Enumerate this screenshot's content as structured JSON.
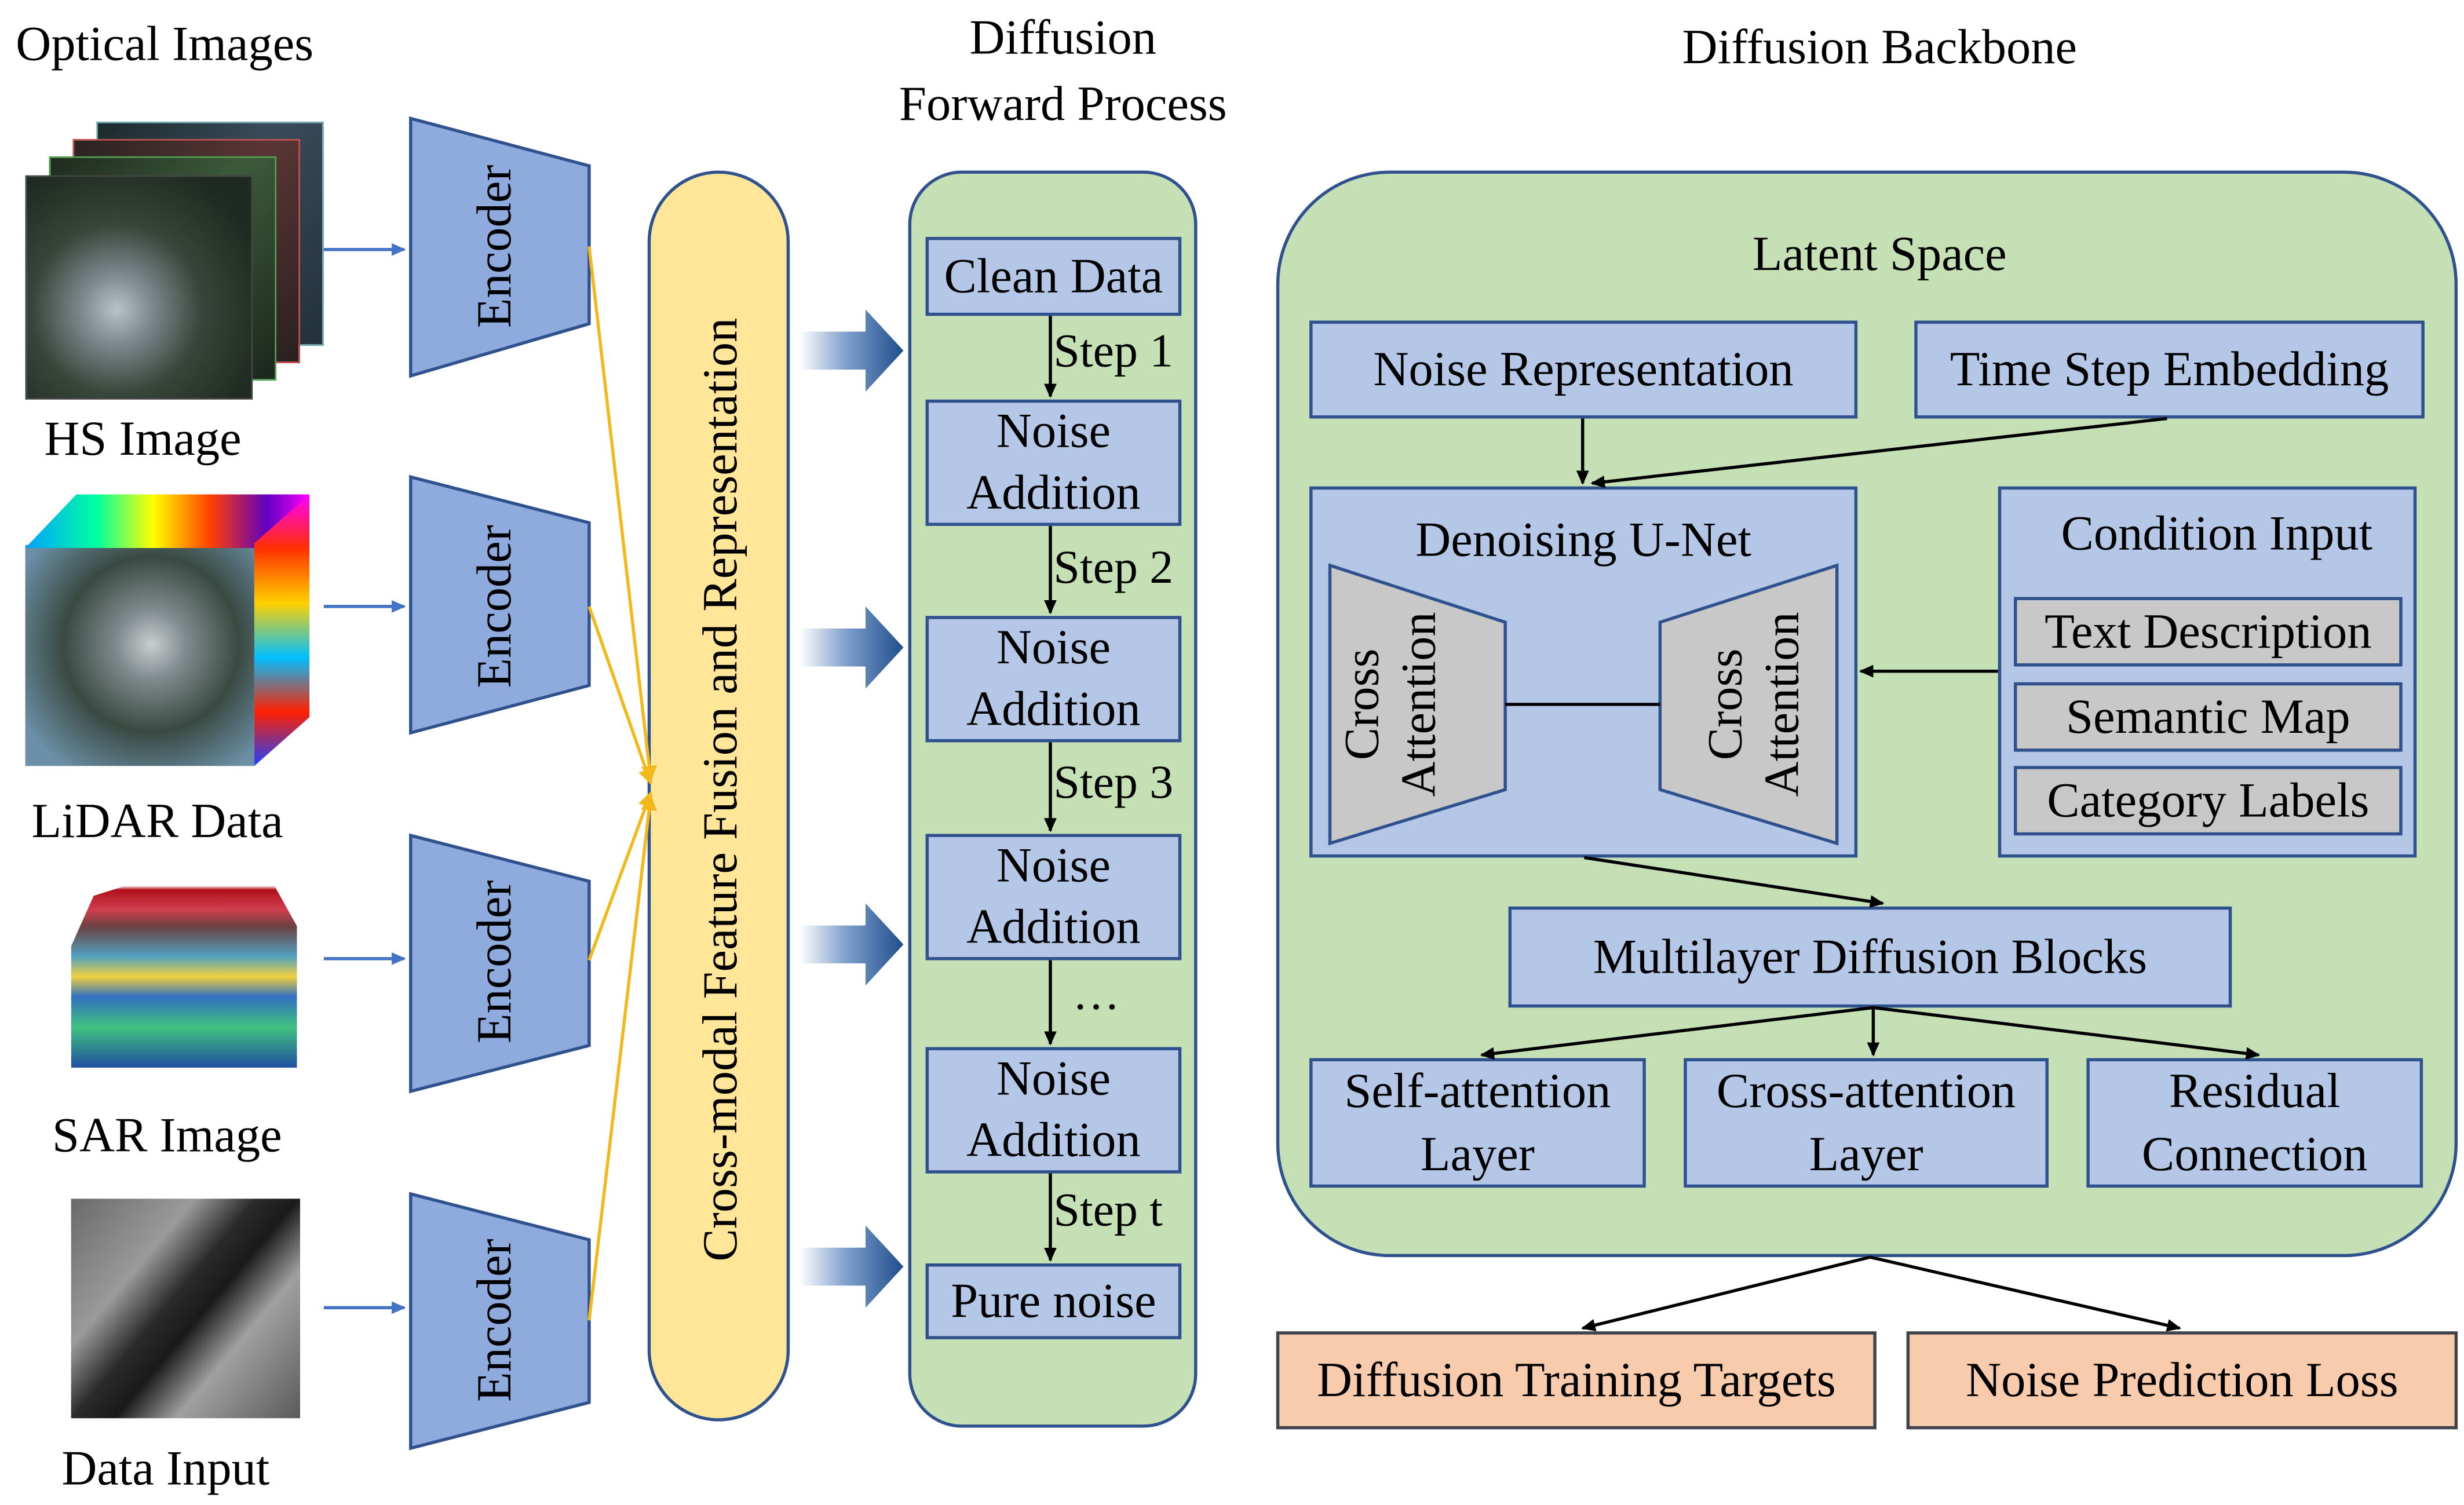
{
  "columns": {
    "optical_images": "Optical Images",
    "forward_process": [
      "Diffusion",
      "Forward Process"
    ],
    "backbone": "Diffusion Backbone"
  },
  "inputs": [
    {
      "label": "HS Image",
      "encoder": "Encoder"
    },
    {
      "label": "LiDAR Data",
      "encoder": "Encoder"
    },
    {
      "label": "SAR Image",
      "encoder": "Encoder"
    },
    {
      "label": "Data Input",
      "encoder": "Encoder"
    }
  ],
  "fusion_label": "Cross-modal Feature Fusion and Representation",
  "forward": {
    "clean": "Clean Data",
    "noise_addition": [
      "Noise",
      "Addition"
    ],
    "steps": [
      "Step 1",
      "Step 2",
      "Step 3",
      "…",
      "Step t"
    ],
    "pure_noise": "Pure noise"
  },
  "backbone": {
    "latent_space": "Latent Space",
    "noise_representation": "Noise Representation",
    "time_step_embedding": "Time Step Embedding",
    "unet": "Denoising U-Net",
    "cross_attention": [
      "Cross",
      "Attention"
    ],
    "condition_input": "Condition Input",
    "conditions": [
      "Text Description",
      "Semantic Map",
      "Category Labels"
    ],
    "multilayer": "Multilayer Diffusion Blocks",
    "layers": [
      [
        "Self-attention",
        "Layer"
      ],
      [
        "Cross-attention",
        "Layer"
      ],
      [
        "Residual",
        "Connection"
      ]
    ]
  },
  "outputs": [
    "Diffusion Training Targets",
    "Noise Prediction Loss"
  ],
  "colors": {
    "box_blue": "#b4c7e7",
    "box_border": "#2f528f",
    "panel_green": "#c5e0b4",
    "fusion_yellow": "#ffe699",
    "output_orange": "#f8cbad",
    "arrow_dark_blue": "#1f4e8c",
    "arrow_yellow": "#f2b81c",
    "arrow_thin_blue": "#4472c4"
  }
}
